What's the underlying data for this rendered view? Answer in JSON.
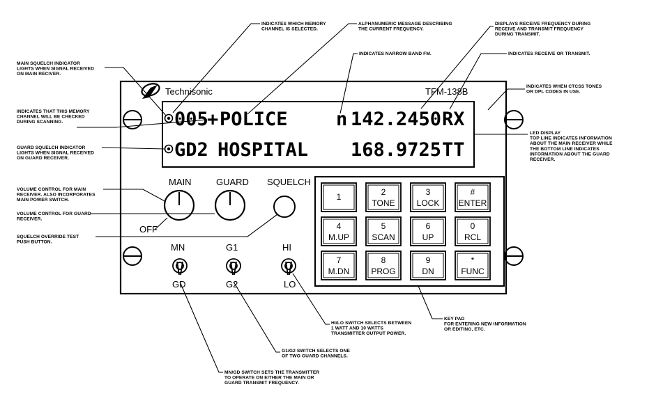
{
  "panel": {
    "brand": "Technisonic",
    "model": "TFM-138B",
    "display": {
      "line1": {
        "channel": "005",
        "scan_mark": "+",
        "message": "POLICE",
        "narrow": "n",
        "frequency": "142.2450",
        "mode": "RX"
      },
      "line2": {
        "channel": "GD2",
        "message": "HOSPITAL",
        "frequency": "168.9725",
        "mode": "TT"
      }
    },
    "knobs": {
      "main": "MAIN",
      "guard": "GUARD",
      "squelch": "SQUELCH",
      "off": "OFF"
    },
    "switches": [
      {
        "top": "MN",
        "bottom": "GD"
      },
      {
        "top": "G1",
        "bottom": "G2"
      },
      {
        "top": "HI",
        "bottom": "LO"
      }
    ],
    "keypad": [
      {
        "num": "1",
        "label": ""
      },
      {
        "num": "2",
        "label": "TONE"
      },
      {
        "num": "3",
        "label": "LOCK"
      },
      {
        "num": "#",
        "label": "ENTER"
      },
      {
        "num": "4",
        "label": "M.UP"
      },
      {
        "num": "5",
        "label": "SCAN"
      },
      {
        "num": "6",
        "label": "UP"
      },
      {
        "num": "0",
        "label": "RCL"
      },
      {
        "num": "7",
        "label": "M.DN"
      },
      {
        "num": "8",
        "label": "PROG"
      },
      {
        "num": "9",
        "label": "DN"
      },
      {
        "num": "*",
        "label": "FUNC"
      }
    ]
  },
  "callouts": {
    "memory_channel": [
      "INDICATES WHICH MEMORY",
      "CHANNEL IS SELECTED."
    ],
    "alphanumeric": [
      "ALPHANUMERIC MESSAGE DESCRIBING",
      "THE CURRENT FREQUENCY."
    ],
    "frequency": [
      "DISPLAYS RECEIVE FREQUENCY DURING",
      "RECEIVE AND TRANSMIT FREQUENCY",
      "DURING TRANSMIT."
    ],
    "narrow_band": [
      "INDICATES NARROW BAND FM."
    ],
    "rx_tx": [
      "INDICATES RECEIVE OR TRANSMIT."
    ],
    "ctcss": [
      "INDICATES WHEN CTCSS TONES",
      "OR DPL CODES IN USE."
    ],
    "main_squelch": [
      "MAIN SQUELCH INDICATOR",
      "LIGHTS WHEN SIGNAL RECEIVED",
      "ON MAIN RECIVER."
    ],
    "scan_check": [
      "INDICATES THAT THIS MEMORY",
      "CHANNEL WILL BE CHECKED",
      "DURING SCANNING."
    ],
    "guard_squelch": [
      "GUARD SQUELCH INDICATOR",
      "LIGHTS WHEN SIGNAL RECEIVED",
      "ON GUARD RECEIVER."
    ],
    "led_display": [
      "LED DISPLAY",
      "TOP LINE INDICATES INFORMATION",
      "ABOUT THE MAIN RECEIVER WHILE",
      "THE BOTTOM LINE INDICATES",
      "INFORMATION ABOUT THE GUARD",
      "RECEIVER."
    ],
    "vol_main": [
      "VOLUME CONTROL FOR MAIN",
      "RECEIVER. ALSO INCORPORATES",
      "MAIN POWER SWITCH."
    ],
    "vol_guard": [
      "VOLUME CONTROL FOR GUARD",
      "RECEIVER."
    ],
    "squelch_test": [
      "SQUELCH OVERRIDE TEST",
      "PUSH BUTTON."
    ],
    "hilo": [
      "HI/LO SWITCH SELECTS BETWEEN",
      "1 WATT AND 10 WATTS",
      "TRANSMITTER OUTPUT POWER."
    ],
    "keypad": [
      "KEY PAD",
      "FOR ENTERING NEW INFORMATION",
      "OR EDITING, ETC."
    ],
    "g1g2": [
      "G1/G2 SWITCH SELECTS ONE",
      "OF TWO GUARD CHANNELS."
    ],
    "mngd": [
      "MN/GD SWITCH SETS THE TRANSMITTER",
      "TO OPERATE ON EITHER THE MAIN OR",
      "GUARD TRANSMIT FREQUENCY."
    ]
  }
}
